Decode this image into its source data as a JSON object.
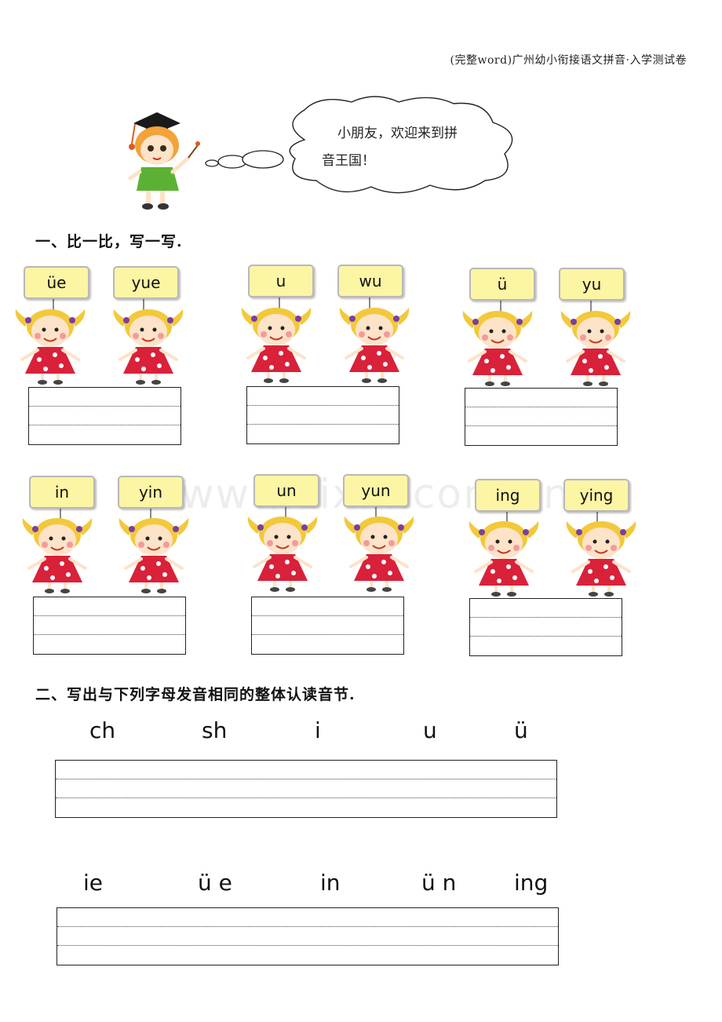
{
  "header": {
    "text": "(完整word)广州幼小衔接语文拼音·入学测试卷"
  },
  "bubble": {
    "line1": "小朋友，欢迎来到拼",
    "line2": "音王国！"
  },
  "section1": {
    "title": "一、比一比，写一写.",
    "pairs": [
      [
        "üe",
        "yue"
      ],
      [
        "u",
        "wu"
      ],
      [
        "ü",
        "yu"
      ],
      [
        "in",
        "yin"
      ],
      [
        "un",
        "yun"
      ],
      [
        "ing",
        "ying"
      ]
    ]
  },
  "section2": {
    "title": "二、写出与下列字母发音相同的整体认读音节.",
    "row1": [
      "ch",
      "sh",
      "i",
      "u",
      "ü"
    ],
    "row2": [
      "ie",
      "ü e",
      "in",
      "ü n",
      "ing"
    ]
  },
  "watermark": "www.zixin.com.cn",
  "colors": {
    "sign": "#fbf5a4",
    "dress": "#d9213a",
    "hair": "#f2c93b"
  }
}
